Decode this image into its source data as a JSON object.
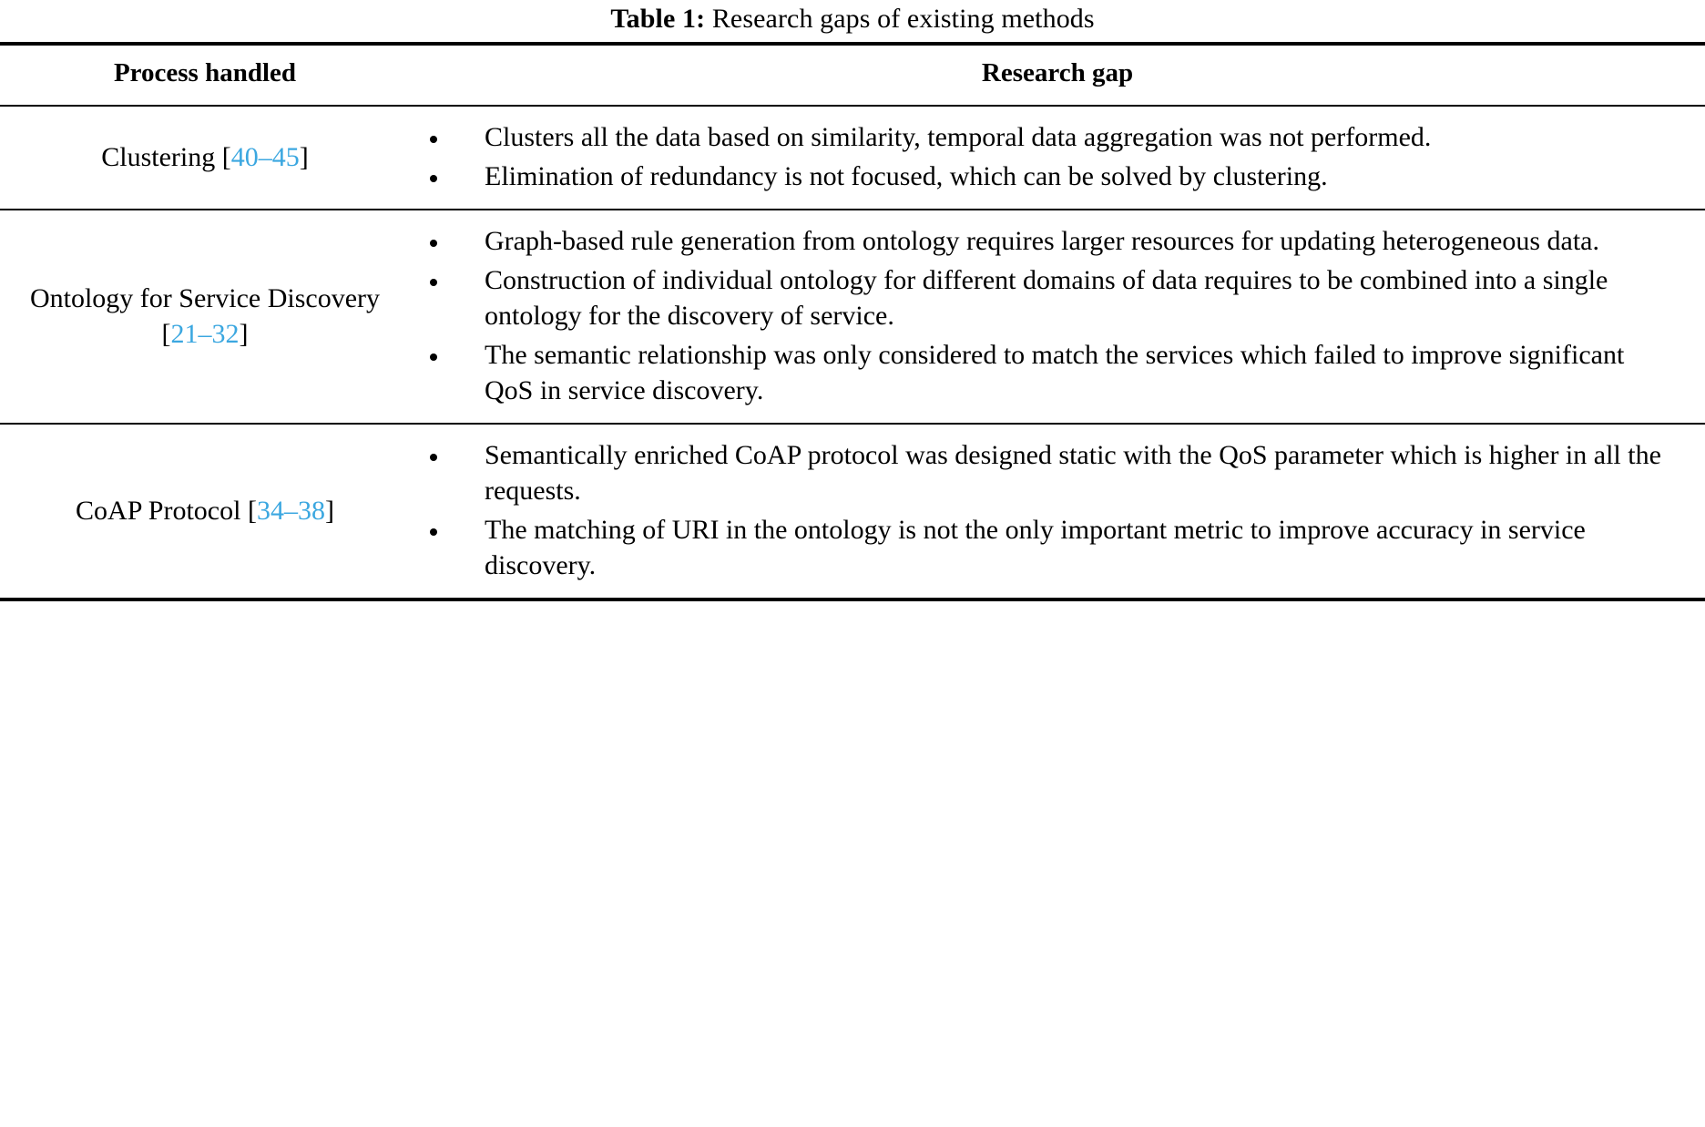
{
  "caption": {
    "label": "Table 1:",
    "text": "Research gaps of existing methods"
  },
  "accent_color": "#3ba7e0",
  "columns": [
    {
      "key": "process",
      "header": "Process handled"
    },
    {
      "key": "gap",
      "header": "Research gap"
    }
  ],
  "rows": [
    {
      "process": {
        "name": "Clustering",
        "citation_open": "[",
        "citation": "40–45",
        "citation_close": "]"
      },
      "gaps": [
        "Clusters all the data based on similarity, temporal data aggregation was not performed.",
        "Elimination of redundancy is not focused, which can be solved by clustering."
      ]
    },
    {
      "process": {
        "name": "Ontology for Service Discovery",
        "citation_open": "[",
        "citation": "21–32",
        "citation_close": "]"
      },
      "gaps": [
        "Graph-based rule generation from ontology requires larger resources for updating heterogeneous data.",
        "Construction of individual ontology for different domains of data requires to be combined into a single ontology for the discovery of service.",
        "The semantic relationship was only considered to match the services which failed to improve significant QoS in service discovery."
      ]
    },
    {
      "process": {
        "name": "CoAP Protocol",
        "citation_open": "[",
        "citation": "34–38",
        "citation_close": "]"
      },
      "gaps": [
        "Semantically enriched CoAP protocol was designed static with the QoS parameter which is higher in all the requests.",
        "The matching of URI in the ontology is not the only important metric to improve accuracy in service discovery."
      ]
    }
  ]
}
